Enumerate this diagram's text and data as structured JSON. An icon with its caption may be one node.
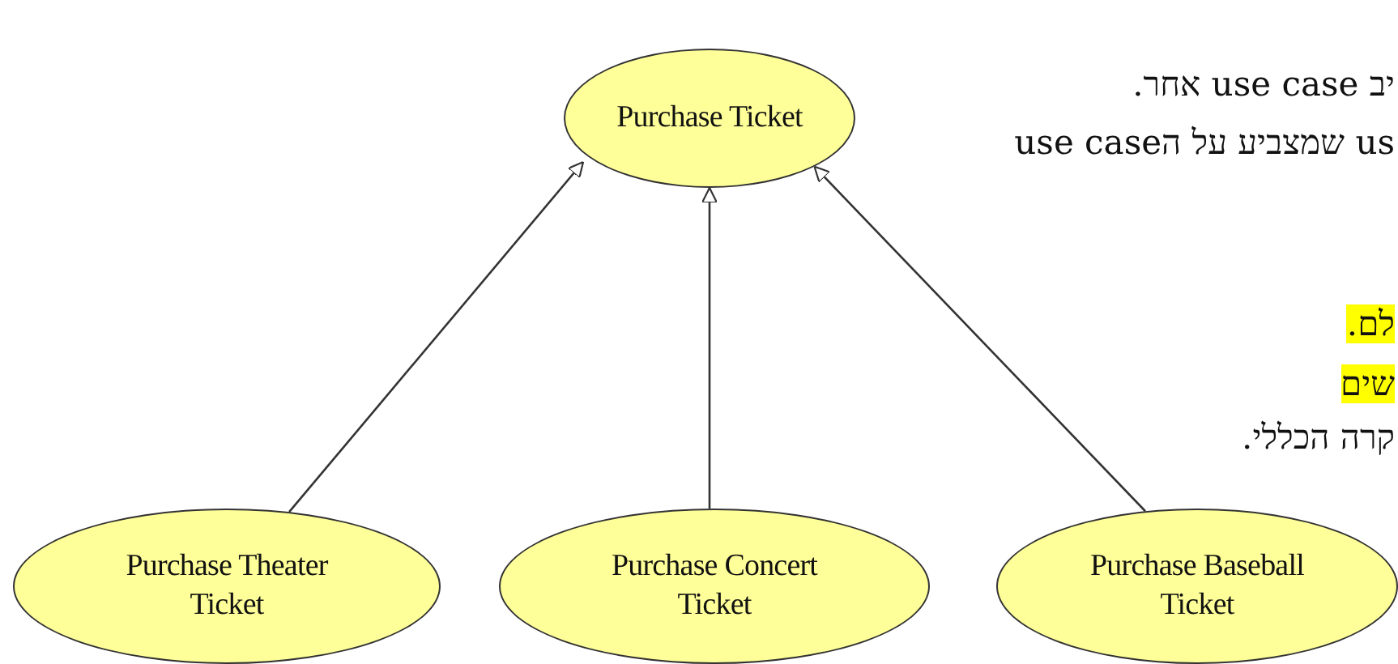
{
  "diagram": {
    "nodes": [
      {
        "text": [
          "Purchase Ticket"
        ]
      },
      {
        "text": [
          "Purchase Theater Ticket"
        ]
      },
      {
        "text": [
          "Purchase Concert Ticket"
        ]
      },
      {
        "text": [
          "Purchase Baseball Ticket"
        ]
      }
    ],
    "edges": [
      {
        "from": 1,
        "to": 0,
        "arrow": "to"
      },
      {
        "from": 2,
        "to": 0,
        "arrow": "to"
      },
      {
        "from": 3,
        "to": 0,
        "arrow": "to"
      }
    ],
    "labels": [
      "יב use case אחר.",
      "us שמצביע על הuse case",
      "לם.",
      "שים",
      "קרה הכללי."
    ]
  }
}
